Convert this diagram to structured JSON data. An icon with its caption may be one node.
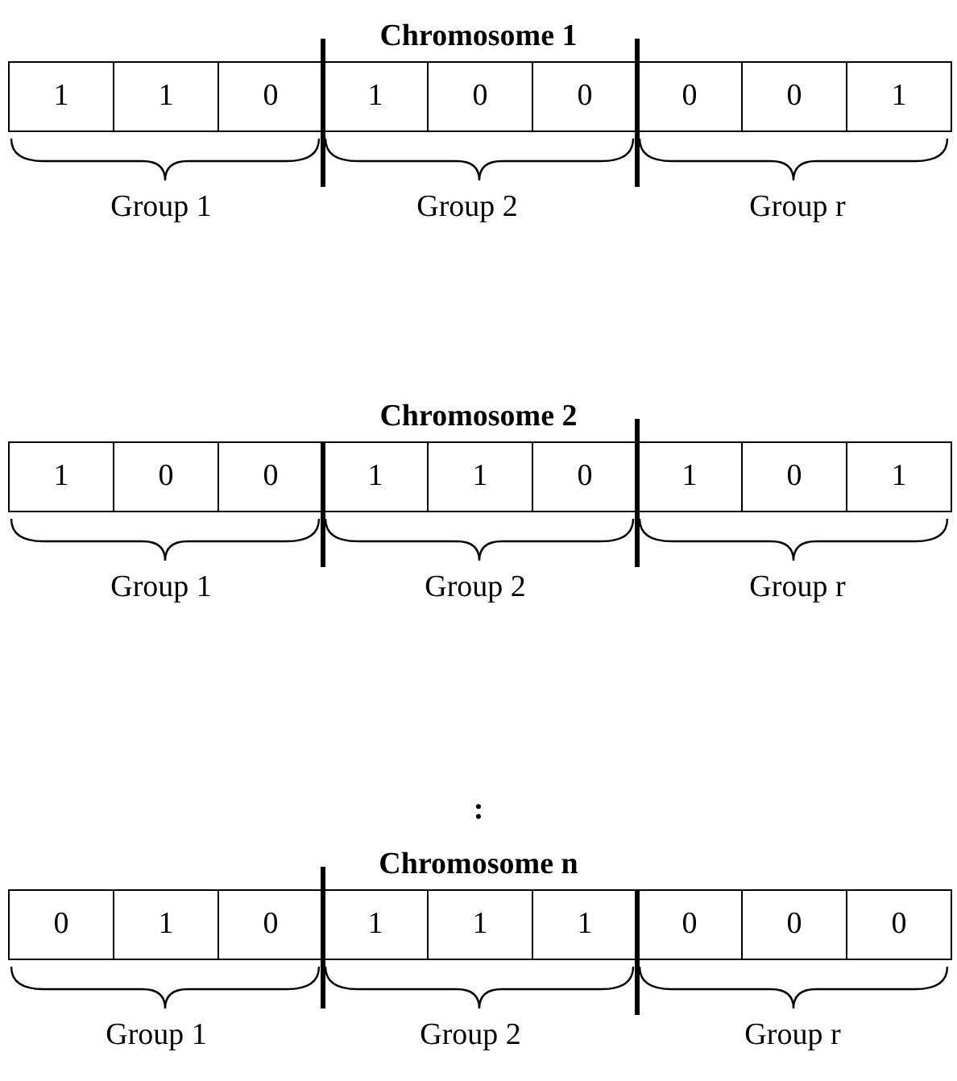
{
  "diagram": {
    "nodes": [
      {
        "text": [
          "Chromosome 1"
        ]
      },
      {
        "text": [
          "1"
        ],
        "in": 0
      },
      {
        "text": [
          "1"
        ],
        "in": 0
      },
      {
        "text": [
          "0"
        ],
        "in": 0
      },
      {
        "text": [
          "1"
        ],
        "in": 0
      },
      {
        "text": [
          "0"
        ],
        "in": 0
      },
      {
        "text": [
          "0"
        ],
        "in": 0
      },
      {
        "text": [
          "0"
        ],
        "in": 0
      },
      {
        "text": [
          "0"
        ],
        "in": 0
      },
      {
        "text": [
          "1"
        ],
        "in": 0
      },
      {
        "text": [
          "Chromosome 2"
        ]
      },
      {
        "text": [
          "1"
        ],
        "in": 10
      },
      {
        "text": [
          "0"
        ],
        "in": 10
      },
      {
        "text": [
          "0"
        ],
        "in": 10
      },
      {
        "text": [
          "1"
        ],
        "in": 10
      },
      {
        "text": [
          "1"
        ],
        "in": 10
      },
      {
        "text": [
          "0"
        ],
        "in": 10
      },
      {
        "text": [
          "1"
        ],
        "in": 10
      },
      {
        "text": [
          "0"
        ],
        "in": 10
      },
      {
        "text": [
          "1"
        ],
        "in": 10
      },
      {
        "text": [
          "Chromosome n"
        ]
      },
      {
        "text": [
          "0"
        ],
        "in": 20
      },
      {
        "text": [
          "1"
        ],
        "in": 20
      },
      {
        "text": [
          "0"
        ],
        "in": 20
      },
      {
        "text": [
          "1"
        ],
        "in": 20
      },
      {
        "text": [
          "1"
        ],
        "in": 20
      },
      {
        "text": [
          "1"
        ],
        "in": 20
      },
      {
        "text": [
          "0"
        ],
        "in": 20
      },
      {
        "text": [
          "0"
        ],
        "in": 20
      },
      {
        "text": [
          "0"
        ],
        "in": 20
      }
    ],
    "labels": [
      "Group 1",
      "Group 2",
      "Group r",
      "Group 1",
      "Group 2",
      "Group r",
      ":",
      "Group 1",
      "Group 2",
      "Group r"
    ]
  }
}
